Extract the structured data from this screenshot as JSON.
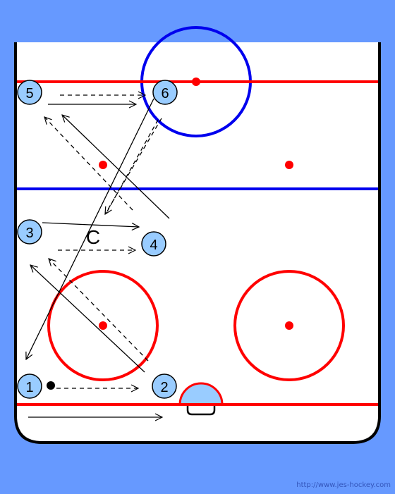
{
  "colors": {
    "background": "#6699FF",
    "ice": "#FFFFFF",
    "boards": "#000000",
    "red_line": "#FF0000",
    "blue_line": "#0000FF",
    "player_fill": "#99CCFF",
    "crease_fill": "#99CCFF"
  },
  "players": {
    "p1": "1",
    "p2": "2",
    "p3": "3",
    "p4": "4",
    "p5": "5",
    "p6": "6"
  },
  "coach_label": "C",
  "credit": "http://www.jes-hockey.com"
}
